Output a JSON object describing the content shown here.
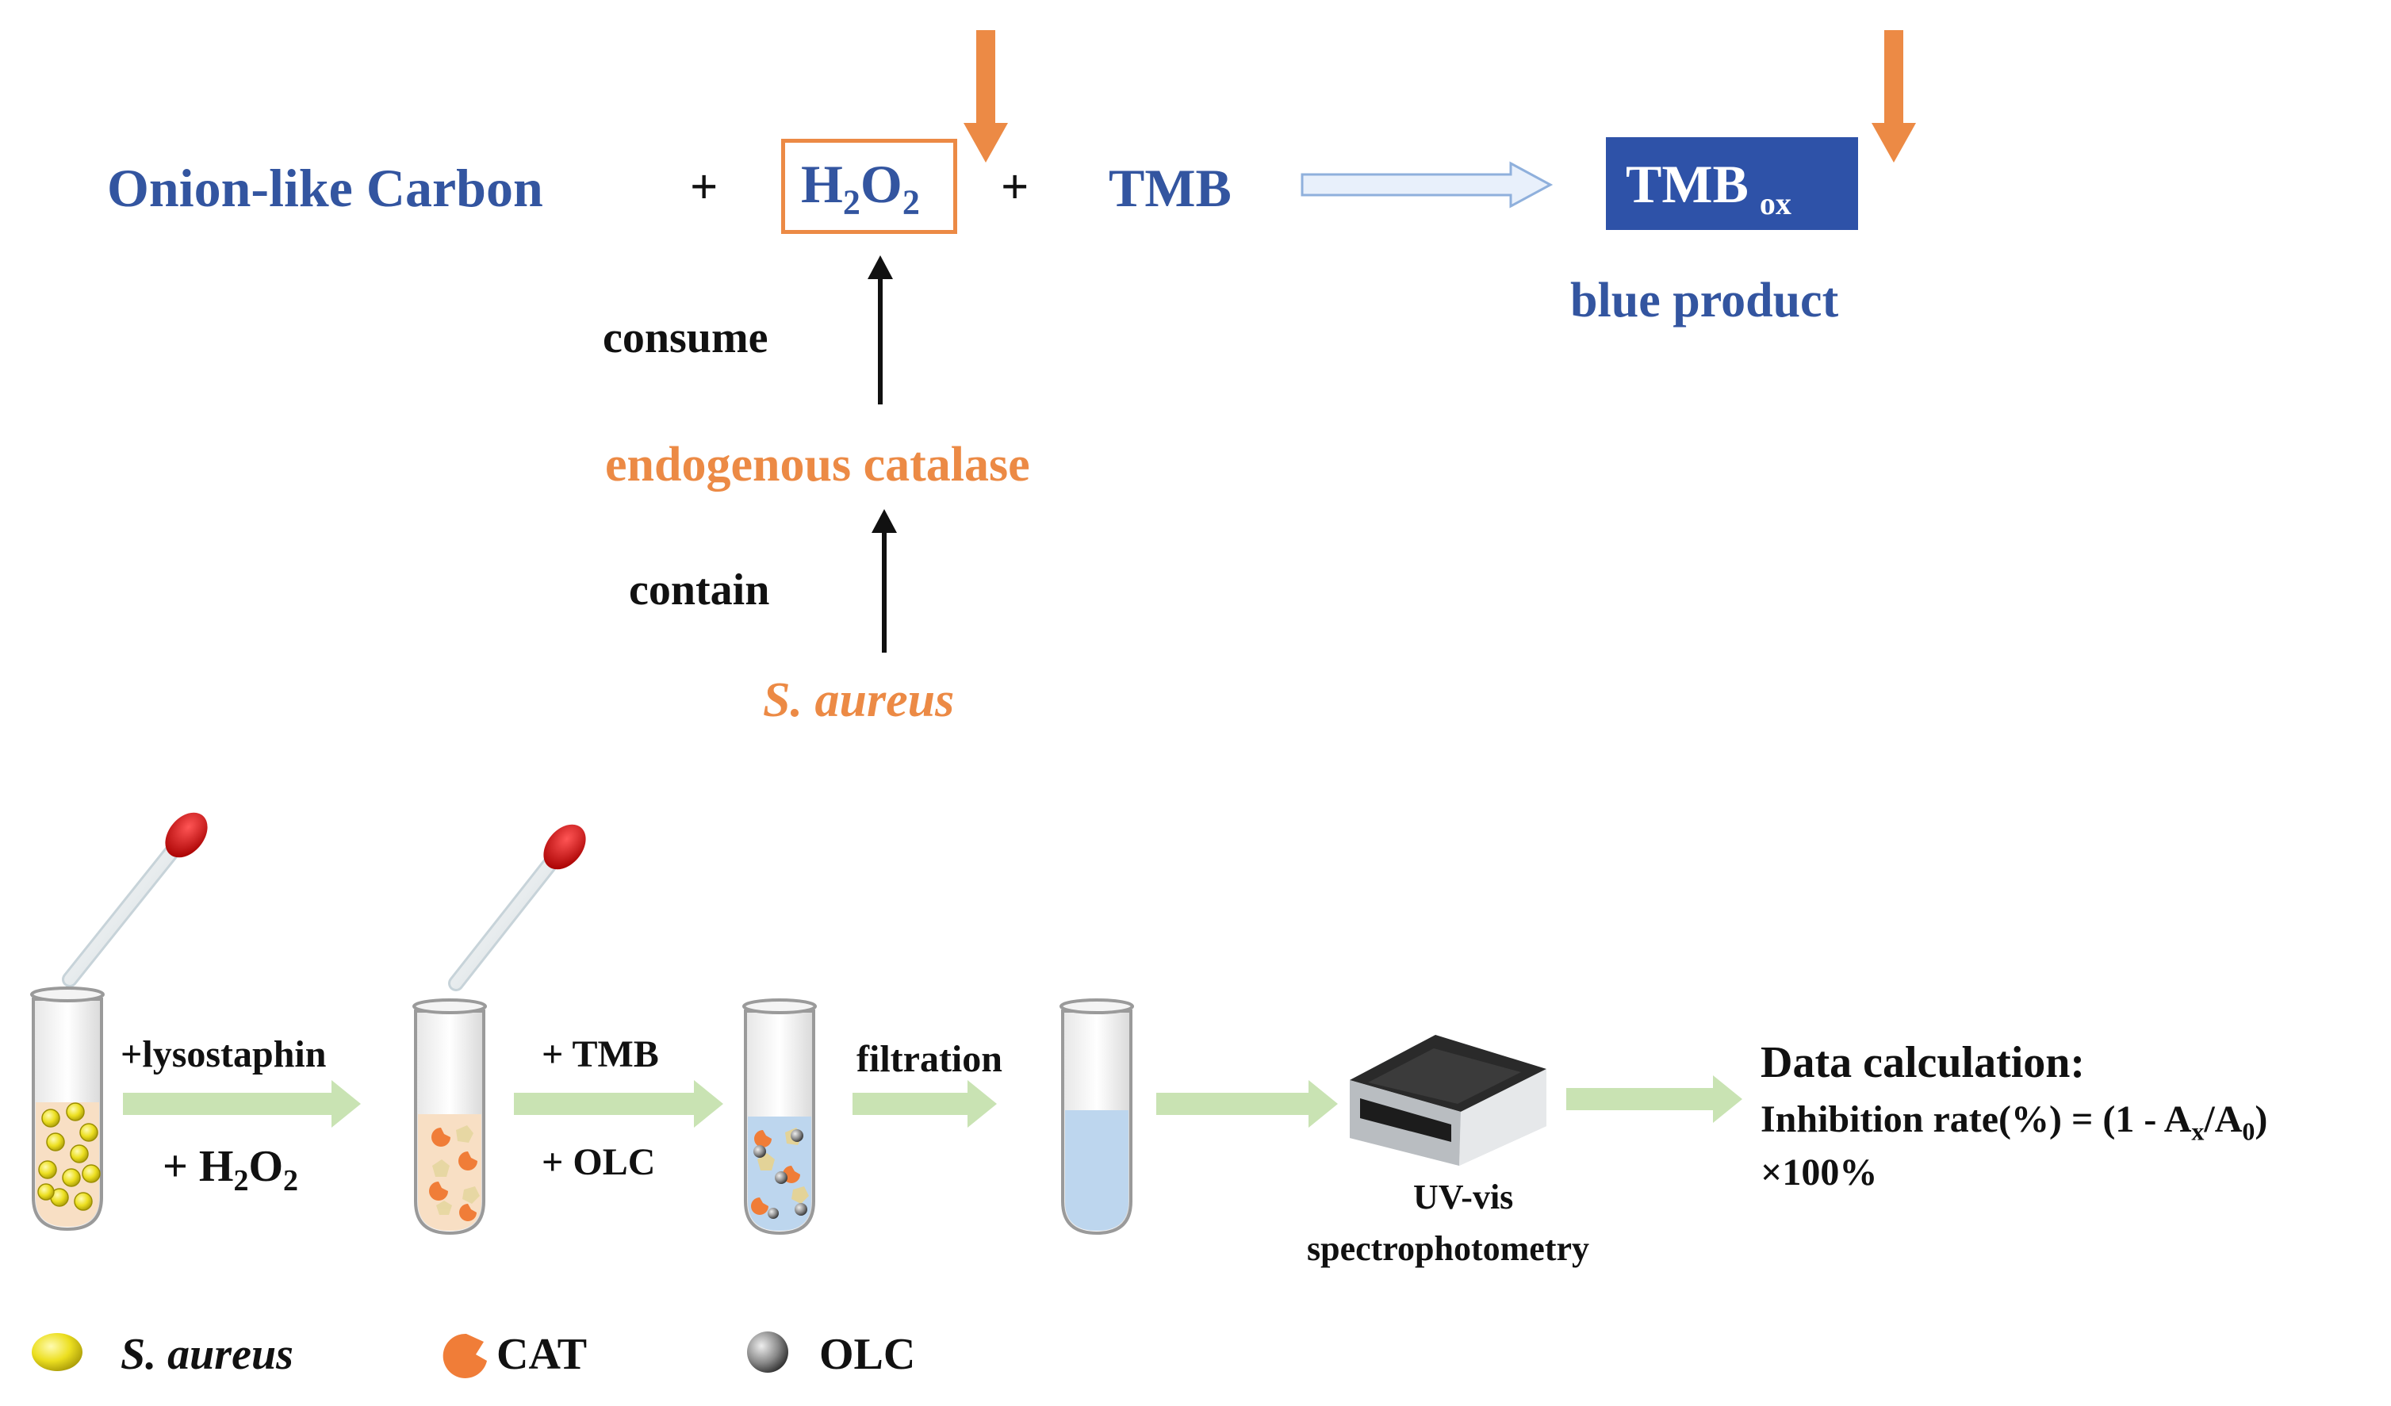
{
  "equation": {
    "reactant_olc": "Onion-like Carbon",
    "plus1": "+",
    "h2o2": {
      "main": "H",
      "sub1": "2",
      "mid": "O",
      "sub2": "2"
    },
    "plus2": "+",
    "reactant_tmb": "TMB",
    "product_main": "TMB",
    "product_sub": "ox",
    "product_label": "blue product"
  },
  "mechanism": {
    "consume": "consume",
    "enzyme": "endogenous catalase",
    "contain": "contain",
    "organism": "S. aureus"
  },
  "workflow": {
    "step1_top": "+lysostaphin",
    "step1_bottom": {
      "main": "+ H",
      "sub1": "2",
      "mid": "O",
      "sub2": "2"
    },
    "step2_top": "+ TMB",
    "step2_bottom": "+ OLC",
    "step3_top": "filtration",
    "instrument_line1": "UV-vis",
    "instrument_line2": "spectrophotometry",
    "calc_title": "Data calculation:",
    "calc_formula": {
      "prefix": "Inhibition rate(%) = (1 - A",
      "sub1": "x",
      "mid": "/A",
      "sub2": "0",
      "suffix": ")"
    },
    "calc_formula_line2": "×100%"
  },
  "legend": {
    "saureus": "S. aureus",
    "cat": "CAT",
    "olc": "OLC"
  },
  "colors": {
    "blue_text": "#3355a0",
    "orange_accent": "#ec8a45",
    "tmbox_box": "#2e52a8",
    "green_arrow": "#c9e3b3",
    "liquid_blue": "#bdd6ee",
    "liquid_peach": "#f8dfc4"
  }
}
